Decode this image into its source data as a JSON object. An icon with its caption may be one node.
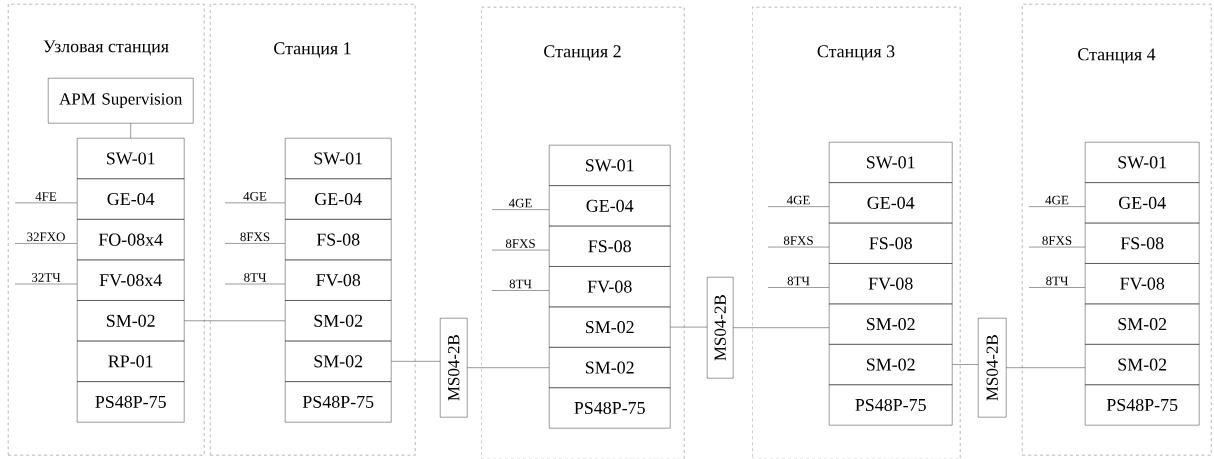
{
  "diagram": {
    "nodes": [
      {
        "text": [
          "Узловая станция"
        ]
      },
      {
        "text": [
          "АРМ Supervision"
        ],
        "in": 0
      },
      {
        "text": [
          "SW-01"
        ],
        "in": 0
      },
      {
        "text": [
          "GE-04"
        ],
        "in": 0
      },
      {
        "text": [
          "FO-08x4"
        ],
        "in": 0
      },
      {
        "text": [
          "FV-08x4"
        ],
        "in": 0
      },
      {
        "text": [
          "SM-02"
        ],
        "in": 0
      },
      {
        "text": [
          "RP-01"
        ],
        "in": 0
      },
      {
        "text": [
          "PS48P-75"
        ],
        "in": 0
      },
      {
        "text": [
          "Станция 1"
        ]
      },
      {
        "text": [
          "SW-01"
        ],
        "in": 9
      },
      {
        "text": [
          "GE-04"
        ],
        "in": 9
      },
      {
        "text": [
          "FS-08"
        ],
        "in": 9
      },
      {
        "text": [
          "FV-08"
        ],
        "in": 9
      },
      {
        "text": [
          "SM-02"
        ],
        "in": 9
      },
      {
        "text": [
          "SM-02"
        ],
        "in": 9
      },
      {
        "text": [
          "PS48P-75"
        ],
        "in": 9
      },
      {
        "text": [
          "MS04-2B"
        ]
      },
      {
        "text": [
          "Станция 2"
        ]
      },
      {
        "text": [
          "SW-01"
        ],
        "in": 18
      },
      {
        "text": [
          "GE-04"
        ],
        "in": 18
      },
      {
        "text": [
          "FS-08"
        ],
        "in": 18
      },
      {
        "text": [
          "FV-08"
        ],
        "in": 18
      },
      {
        "text": [
          "SM-02"
        ],
        "in": 18
      },
      {
        "text": [
          "SM-02"
        ],
        "in": 18
      },
      {
        "text": [
          "PS48P-75"
        ],
        "in": 18
      },
      {
        "text": [
          "MS04-2B"
        ]
      },
      {
        "text": [
          "Станция 3"
        ]
      },
      {
        "text": [
          "SW-01"
        ],
        "in": 27
      },
      {
        "text": [
          "GE-04"
        ],
        "in": 27
      },
      {
        "text": [
          "FS-08"
        ],
        "in": 27
      },
      {
        "text": [
          "FV-08"
        ],
        "in": 27
      },
      {
        "text": [
          "SM-02"
        ],
        "in": 27
      },
      {
        "text": [
          "SM-02"
        ],
        "in": 27
      },
      {
        "text": [
          "PS48P-75"
        ],
        "in": 27
      },
      {
        "text": [
          "MS04-2B"
        ]
      },
      {
        "text": [
          "Станция 4"
        ]
      },
      {
        "text": [
          "SW-01"
        ],
        "in": 36
      },
      {
        "text": [
          "GE-04"
        ],
        "in": 36
      },
      {
        "text": [
          "FS-08"
        ],
        "in": 36
      },
      {
        "text": [
          "FV-08"
        ],
        "in": 36
      },
      {
        "text": [
          "SM-02"
        ],
        "in": 36
      },
      {
        "text": [
          "SM-02"
        ],
        "in": 36
      },
      {
        "text": [
          "PS48P-75"
        ],
        "in": 36
      }
    ],
    "edges": [
      {
        "from": 1,
        "to": 2,
        "arrow": "none"
      },
      {
        "from": null,
        "to": 3,
        "arrow": "none",
        "label": "4FE"
      },
      {
        "from": null,
        "to": 4,
        "arrow": "none",
        "label": "32FXO"
      },
      {
        "from": null,
        "to": 5,
        "arrow": "none",
        "label": "32ТЧ"
      },
      {
        "from": null,
        "to": 11,
        "arrow": "none",
        "label": "4GE"
      },
      {
        "from": null,
        "to": 12,
        "arrow": "none",
        "label": "8FXS"
      },
      {
        "from": null,
        "to": 13,
        "arrow": "none",
        "label": "8ТЧ"
      },
      {
        "from": 6,
        "to": 14,
        "arrow": "none"
      },
      {
        "from": 15,
        "to": 17,
        "arrow": "none"
      },
      {
        "from": 17,
        "to": 24,
        "arrow": "none"
      },
      {
        "from": null,
        "to": 20,
        "arrow": "none",
        "label": "4GE"
      },
      {
        "from": null,
        "to": 21,
        "arrow": "none",
        "label": "8FXS"
      },
      {
        "from": null,
        "to": 22,
        "arrow": "none",
        "label": "8ТЧ"
      },
      {
        "from": 23,
        "to": 26,
        "arrow": "none"
      },
      {
        "from": 26,
        "to": 32,
        "arrow": "none"
      },
      {
        "from": null,
        "to": 29,
        "arrow": "none",
        "label": "4GE"
      },
      {
        "from": null,
        "to": 30,
        "arrow": "none",
        "label": "8FXS"
      },
      {
        "from": null,
        "to": 31,
        "arrow": "none",
        "label": "8ТЧ"
      },
      {
        "from": 33,
        "to": 35,
        "arrow": "none"
      },
      {
        "from": 35,
        "to": 42,
        "arrow": "none"
      },
      {
        "from": null,
        "to": 38,
        "arrow": "none",
        "label": "4GE"
      },
      {
        "from": null,
        "to": 39,
        "arrow": "none",
        "label": "8FXS"
      },
      {
        "from": null,
        "to": 40,
        "arrow": "none",
        "label": "8ТЧ"
      }
    ]
  }
}
